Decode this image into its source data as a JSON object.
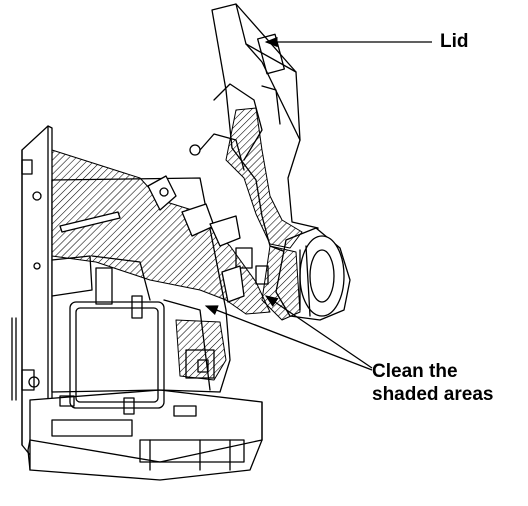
{
  "figure": {
    "callouts": {
      "lid": "Lid",
      "clean_line1": "Clean the",
      "clean_line2": "shaded areas"
    },
    "colors": {
      "ink": "#000000",
      "paper": "#ffffff",
      "hatch": "#000000"
    }
  }
}
